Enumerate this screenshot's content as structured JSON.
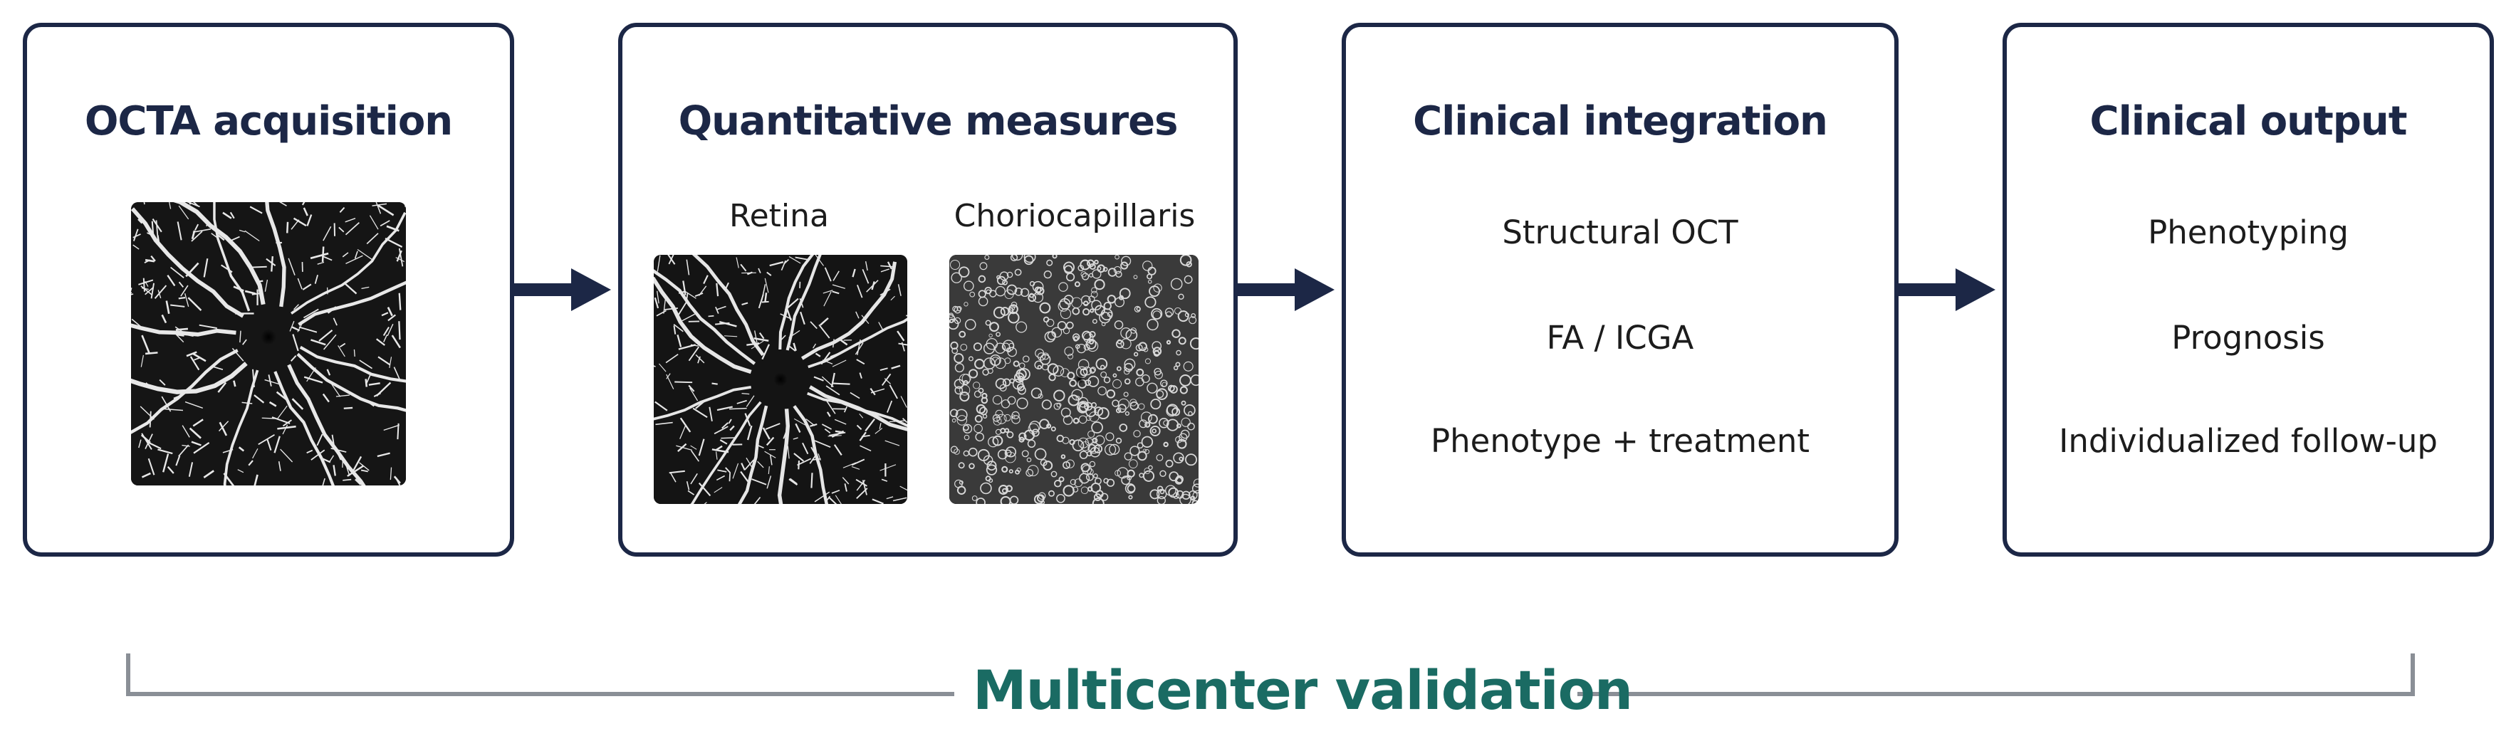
{
  "colors": {
    "box_border": "#1c2746",
    "arrow": "#1c2746",
    "validation_bracket": "#8a8f96",
    "validation_text": "#1a6b63"
  },
  "stages": [
    {
      "title": "OCTA acquisition"
    },
    {
      "title": "Quantitative measures",
      "images": [
        "Retina",
        "Choriocapillaris"
      ]
    },
    {
      "title": "Clinical integration",
      "items": [
        "Structural OCT",
        "FA / ICGA",
        "Phenotype + treatment"
      ]
    },
    {
      "title": "Clinical output",
      "items": [
        "Phenotyping",
        "Prognosis",
        "Individualized follow-up"
      ]
    }
  ],
  "validation": {
    "label": "Multicenter validation"
  }
}
